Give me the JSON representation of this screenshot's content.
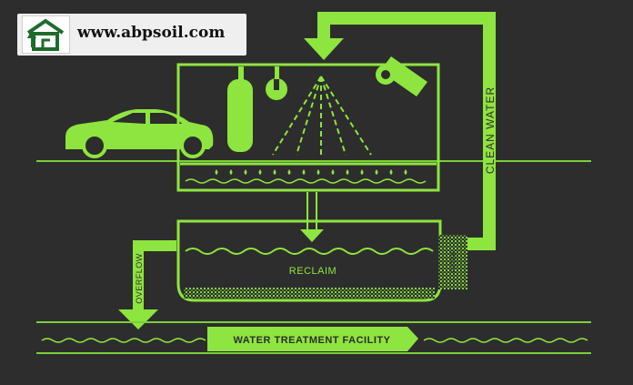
{
  "logo": {
    "url_text": "www.abpsoil.com",
    "icon": "house-tree-icon",
    "color": "#1f6b2e"
  },
  "colors": {
    "background": "#2d2d2d",
    "accent": "#8ee53f",
    "line": "#7bcf3a"
  },
  "labels": {
    "clean_water": "CLEAN WATER",
    "reclaim": "RECLAIM",
    "overflow": "OVERFLOW",
    "filter": "FILTER",
    "water_treatment": "WATER TREATMENT FACILITY"
  },
  "icons": [
    "car-icon",
    "brush-roller-icon",
    "blower-icon",
    "spray-nozzle-icon",
    "hose-pipe-icon"
  ]
}
